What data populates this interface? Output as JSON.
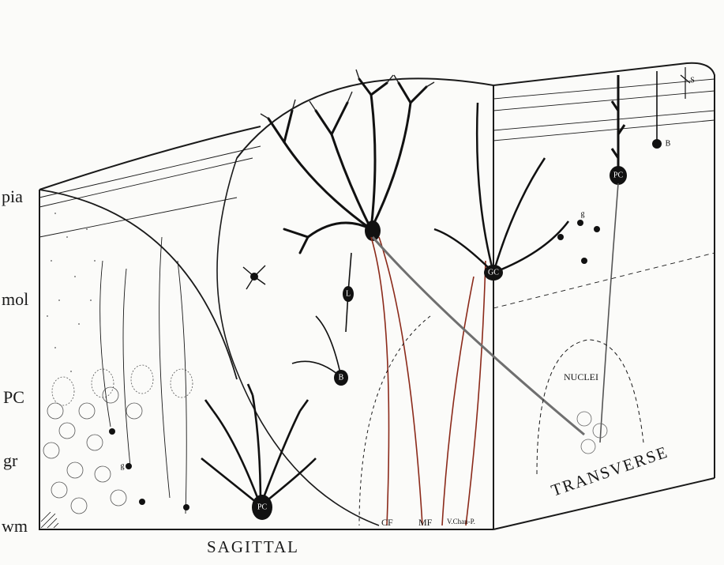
{
  "layer_labels": {
    "pia": "pia",
    "mol": "mol",
    "pc": "PC",
    "gr": "gr",
    "wm": "wm"
  },
  "plane_labels": {
    "sagittal": "SAGITTAL",
    "transverse": "TRANSVERSE",
    "nuclei": "NUCLEI"
  },
  "fiber_labels": {
    "cf": "CF",
    "mf": "MF",
    "artist": "V.Chan-P."
  },
  "cell_labels": {
    "pc_sagittal": "PC",
    "pc_transverse": "PC",
    "golgi": "GC",
    "basket_sagittal": "B",
    "basket_transverse": "B",
    "lugaro": "L",
    "stellate": "S",
    "granule_sagittal": "g",
    "granule_transverse": "g"
  },
  "colors": {
    "ink": "#1a1a1a",
    "fiber_red": "#8b2a1a",
    "fiber_brown": "#a0522d",
    "grey_axon": "#6f6f6f",
    "background": "#fbfbf9"
  }
}
